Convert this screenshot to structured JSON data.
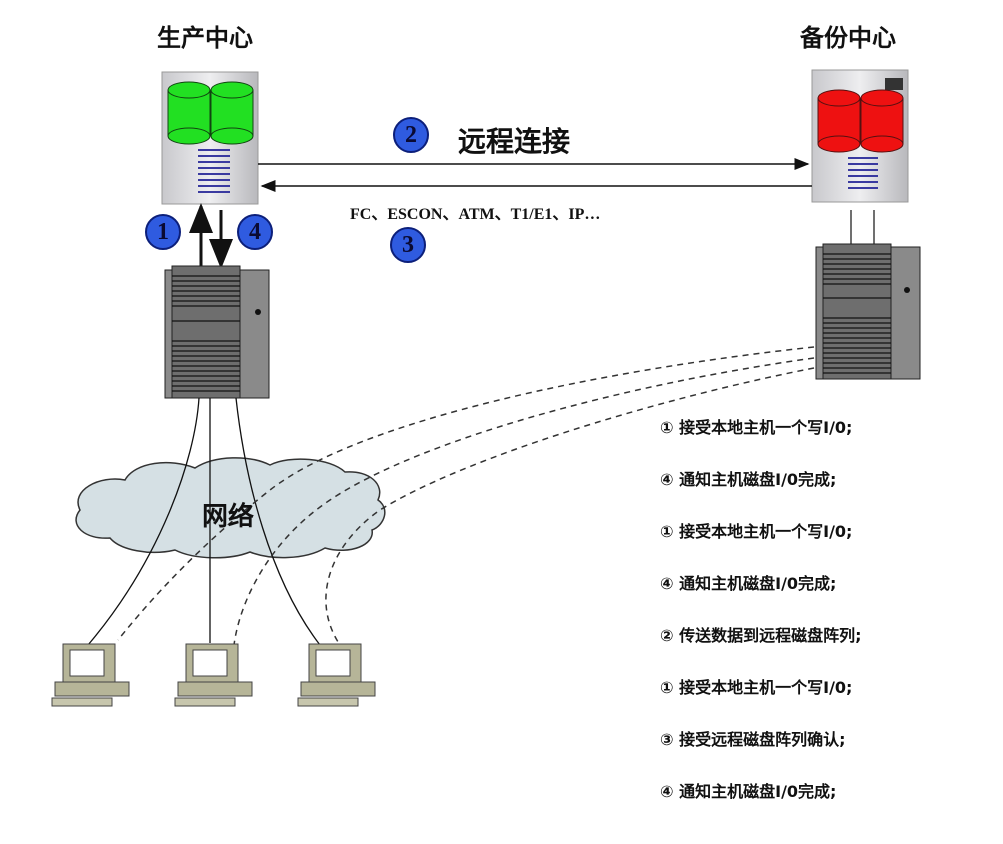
{
  "production_center": {
    "title": "生产中心"
  },
  "backup_center": {
    "title": "备份中心"
  },
  "remote_link": {
    "label": "远程连接",
    "protocols": "FC、ESCON、ATM、T1/E1、IP…",
    "step_badges": [
      "2",
      "3"
    ]
  },
  "local_link": {
    "step_badges": [
      "1",
      "4"
    ]
  },
  "network": {
    "label": "网络"
  },
  "colors": {
    "production_disk": "#22e022",
    "backup_disk": "#ee1111",
    "badge": "#2f5be0",
    "cloud": "#d5e0e4"
  },
  "steps": [
    "① 接受本地主机一个写I/0;",
    "④ 通知主机磁盘I/0完成;",
    "① 接受本地主机一个写I/0;",
    "④ 通知主机磁盘I/0完成;",
    "② 传送数据到远程磁盘阵列;",
    "① 接受本地主机一个写I/0;",
    "③ 接受远程磁盘阵列确认;",
    "④ 通知主机磁盘I/0完成;"
  ]
}
